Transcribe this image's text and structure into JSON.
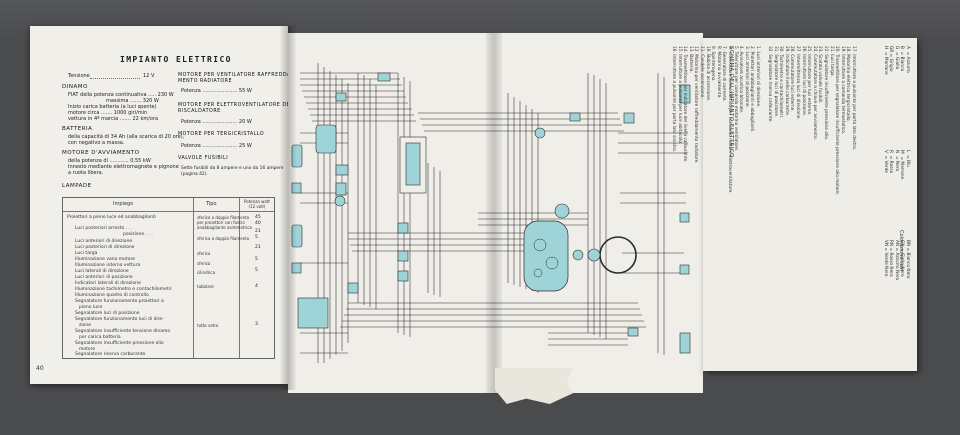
{
  "left_page": {
    "title": "IMPIANTO ELETTRICO",
    "tensione": {
      "label": "Tensione",
      "value": "12 V"
    },
    "dinamo": {
      "heading": "DINAMO",
      "line1": "FIAT della potenza  continuativa ..... 230 W",
      "line2": "massima ....... 320 W",
      "line3": "Inizio carica batteria (a luci spente)",
      "line4": "motore circa ....... 1000 giri/min",
      "line5": "vettura in 4ª marcia ....... 22 km/ora"
    },
    "batteria": {
      "heading": "BATTERIA",
      "line1": "della capacità di 34 Ah (alla scarica di 20 ore),",
      "line2": "con negativo a massa."
    },
    "motore_avviamento": {
      "heading": "MOTORE D'AVVIAMENTO",
      "line1": "della potenza di ............ 0,55 kW",
      "line2": "Innesto mediante elettromagnete e pignone",
      "line3": "a ruota libera."
    },
    "right_col": {
      "ventilatore_heading": "MOTORE PER VENTILATORE RAFFREDDA-",
      "ventilatore_heading2": "MENTO RADIATORE",
      "ventilatore_potenza": "Potenza ...................... 55 W",
      "elettro_heading": "MOTORE PER ELETTROVENTILATORE DEL",
      "elettro_heading2": "RISCALDATORE",
      "elettro_potenza": "Potenza ...................... 20 W",
      "tergi_heading": "MOTORE PER TERGICRISTALLO",
      "tergi_potenza": "Potenza ...................... 25 W",
      "valvole_heading": "VALVOLE FUSIBILI",
      "valvole_line1": "Sette fusibili da 8 ampere e uno da 16 ampere",
      "valvole_line2": "(pagina 42)."
    },
    "lampade_heading": "LAMPADE",
    "table": {
      "headers": [
        "Impiego",
        "Tipo",
        "Potenza watt (12 volt)"
      ],
      "rows": [
        "Proiettori a pieno luce ed anabbaglianti",
        "Luci posteriori   arresto . . .",
        "posizione . . .",
        "Luci anteriori di direzione",
        "Luci posteriori di direzione",
        "Luci targa",
        "Illuminazione vano motore",
        "Illuminazione interno vettura",
        "Luci laterali di direzione",
        "Luci anteriori di posizione",
        "Indicatori laterali di direzione",
        "Illuminazione tachimetro e contachilometri",
        "Illuminazione quadro di controllo",
        "Segnalatore funzionamento proiettori a",
        "pieno luce",
        "Segnalatore luci di posizione",
        "Segnalatore funzionamento luci di dire-",
        "zione",
        "Segnalatore insufficiente tensione dinamo",
        "per carica batteria",
        "Segnalatore insufficiente pressione olio",
        "motore",
        "Segnalatore riserva carburante"
      ],
      "tipo": [
        "sferica a doppio filamento",
        "per proiettori con fascio",
        "anabbagliante asimmetrico",
        "sferica a doppio filamento",
        "sferica",
        "sferica",
        "cilindrica",
        "tubolare",
        "tutto vetro"
      ],
      "potenza": [
        "45",
        "40",
        "21",
        "5",
        "21",
        "5",
        "5",
        "4",
        "3"
      ]
    },
    "page_number": "40"
  },
  "right_page": {
    "heading": "SCHEMA DELL'IMPIANTO ELETTRICO",
    "col1": "1. Luci anteriori di direzione.\n2. Proiettori anabbaglianti e abbaglianti.\n3. Luci anteriori di posizione.\n4. Avvisatore acustico bitonale.\n5. Teleruttore per comando motorino ventilatore.\n6. Interruttore termometrico per comando motore elettroventilatore.\n7. Generatore di corrente.\n8. Motorino avviamento.\n9. Spinterogeno.\n10. Bobina di accensione.\n11. Candele accensione.\n12. Motorino per ventilatore raffreddamento radiatore.\n13. Batteria.\n14. Trasmettitore per indicatore del livello carburante.\n15. Interruttore a pulsante per luce abitacolo.\n16. Interruttore a pulsante per porta lato sinistro.",
    "col2": "17. Interruttore a pulsante per porta lato destro.\n18. Motorino elettrico tergicristallo.\n19. Interruttore a comando termostatico.\n20. Trasmettitore per segnalatore insufficiente pressione olio motore.\n21. Luci targa.\n22. Segnalatore insufficiente pressione olio.\n23. Scatola valvole fusibili.\n24. Commutatore a chiave per avviamento.\n25. Interruttore per luci esterne.\n26. Interruttore luci di posizione.\n27. Intermittenza luci di direzione.\n28. Commutatore luci esterne.\n29. Indicatore livello carburante.\n30. Tachimetro e contachilometri.\n31. Segnalatore luci di posizione.\n32. Segnalatore riserva carburante.",
    "legend_heading": "Colorazione cavi",
    "legend_col1": "A  = Azzurro\nB  = Bianco\nG  = Giallo\nGR = Grigio\nH  = Marrone",
    "legend_col2": "L  = Blu\nM  = Marrone\nN  = Nero\nR  = Rosso\nV  = Verde",
    "legend_col3": "BN = Bianco Nero\nGN = Giallo Nero\nAN = Azzurro Nero\nRN = Rosso Nero\nVN = Verde Nero"
  }
}
